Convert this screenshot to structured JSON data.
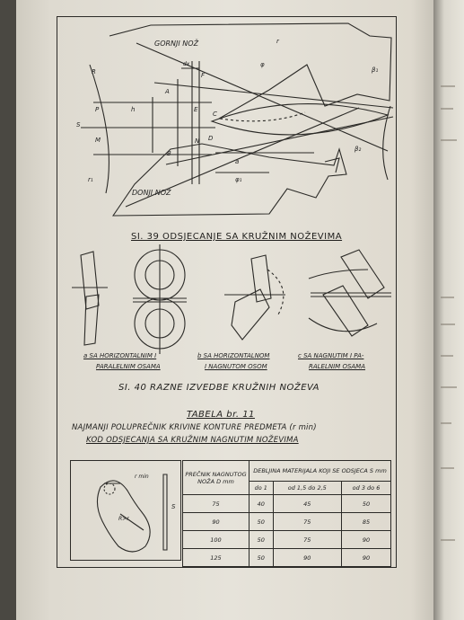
{
  "fig39": {
    "upper_knife": "GORNJI NOŽ",
    "lower_knife": "DONJI NOŽ",
    "caption": "SI. 39 ODSJECANJE SA KRUŽNIM NOŽEVIMA",
    "labels": [
      "dx",
      "A",
      "B",
      "C",
      "D",
      "E",
      "F",
      "N",
      "P",
      "M",
      "S",
      "h",
      "R",
      "r",
      "r₁",
      "a",
      "φ",
      "φ₁",
      "β₁",
      "β₂"
    ]
  },
  "fig40": {
    "caption": "SI. 40 RAZNE IZVEDBE KRUŽNIH NOŽEVA",
    "a_line1": "a SA HORIZONTALNIM I",
    "a_line2": "PARALELNIM OSAMA",
    "b_line1": "b SA HORIZONTALNOM",
    "b_line2": "I NAGNUTOM OSOM",
    "c_line1": "c SA NAGNUTIM I PA-",
    "c_line2": "RALELNIM OSAMA"
  },
  "table": {
    "title": "TABELA br. 11",
    "subtitle1": "NAJMANJI POLUPREČNIK KRIVINE KONTURE PREDMETA (r min)",
    "subtitle2": "KOD ODSJECANJA SA KRUŽNIM NAGNUTIM NOŽEVIMA",
    "col1_header": "PREČNIK NAGNUTOG NOŽA D mm",
    "group_header": "DEBLJINA MATERIJALA KOJI SE ODSJECA S mm",
    "sub_headers": [
      "do 1",
      "od 1,5 do 2,5",
      "od 3 do 6"
    ],
    "rows": [
      {
        "d": "75",
        "v": [
          "40",
          "45",
          "50"
        ]
      },
      {
        "d": "90",
        "v": [
          "50",
          "75",
          "85"
        ]
      },
      {
        "d": "100",
        "v": [
          "50",
          "75",
          "90"
        ]
      },
      {
        "d": "125",
        "v": [
          "50",
          "90",
          "90"
        ]
      }
    ],
    "sketch_labels": [
      "r min",
      "R>r",
      "S"
    ]
  },
  "colors": {
    "ink": "#2b2a27",
    "paper": "#e6e3da",
    "background": "#4a4842"
  }
}
